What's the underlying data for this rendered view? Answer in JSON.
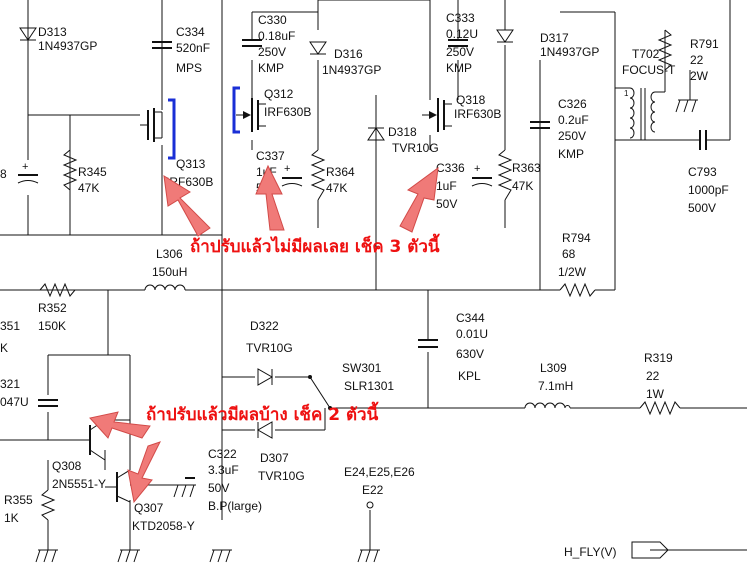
{
  "components": {
    "d313": {
      "ref": "D313",
      "value": "1N4937GP"
    },
    "c334": {
      "ref": "C334",
      "value": "520nF",
      "extra": "MPS"
    },
    "c330": {
      "ref": "C330",
      "value": "0.18uF",
      "voltage": "250V",
      "extra": "KMP"
    },
    "d316": {
      "ref": "D316",
      "value": "1N4937GP"
    },
    "c333": {
      "ref": "C333",
      "value": "0.12U",
      "voltage": "250V",
      "extra": "KMP"
    },
    "d317": {
      "ref": "D317",
      "value": "1N4937GP"
    },
    "r791": {
      "ref": "R791",
      "value": "22",
      "power": "2W"
    },
    "t702": {
      "ref": "T702",
      "value": "FOCUS-T",
      "pin": "1"
    },
    "q312": {
      "ref": "Q312",
      "value": "IRF630B"
    },
    "q318": {
      "ref": "Q318",
      "value": "IRF630B"
    },
    "c326": {
      "ref": "C326",
      "value": "0.2uF",
      "voltage": "250V",
      "extra": "KMP"
    },
    "d318": {
      "ref": "D318",
      "value": "TVR10G"
    },
    "c337": {
      "ref": "C337",
      "value": "1uF",
      "voltage": "50V"
    },
    "c336": {
      "ref": "C336",
      "value": "1uF",
      "voltage": "50V"
    },
    "q313": {
      "ref": "Q313",
      "value": "IRF630B"
    },
    "r345": {
      "ref": "R345",
      "value": "47K"
    },
    "r364": {
      "ref": "R364",
      "value": "47K"
    },
    "r363": {
      "ref": "R363",
      "value": "47K"
    },
    "c793": {
      "ref": "C793",
      "value": "1000pF",
      "voltage": "500V"
    },
    "r794": {
      "ref": "R794",
      "value": "68",
      "power": "1/2W"
    },
    "l306": {
      "ref": "L306",
      "value": "150uH"
    },
    "r352": {
      "ref": "R352",
      "value": "150K"
    },
    "c344": {
      "ref": "C344",
      "value": "0.01U",
      "voltage": "630V",
      "extra": "KPL"
    },
    "d322": {
      "ref": "D322",
      "value": "TVR10G"
    },
    "sw301": {
      "ref": "SW301",
      "value": "SLR1301"
    },
    "l309": {
      "ref": "L309",
      "value": "7.1mH"
    },
    "r319": {
      "ref": "R319",
      "value": "22",
      "power": "1W"
    },
    "q308": {
      "ref": "Q308",
      "value": "2N5551-Y"
    },
    "q307": {
      "ref": "Q307",
      "value": "KTD2058-Y"
    },
    "c322": {
      "ref": "C322",
      "value": "3.3uF",
      "voltage": "50V",
      "extra": "B.P(large)"
    },
    "d307": {
      "ref": "D307",
      "value": "TVR10G"
    },
    "r355": {
      "ref": "R355",
      "value": "1K"
    },
    "e_test": {
      "ref": "E24,E25,E26",
      "value": "E22"
    }
  },
  "cut_labels": {
    "left_8": "8",
    "left_351": "351",
    "left_k": "K",
    "left_321": "321",
    "left_047u": "047U"
  },
  "net_label": "H_FLY(V)",
  "annotations": {
    "top": "ถ้าปรับแล้วไม่มีผลเลย เช็ค 3 ตัวนี้",
    "bottom": "ถ้าปรับแล้วมีผลบ้าง เช็ค 2 ตัวนี้"
  },
  "colors": {
    "annotation_text": "#e11111",
    "arrow": "#f07a78",
    "highlight_bar": "#1a2fd6"
  }
}
